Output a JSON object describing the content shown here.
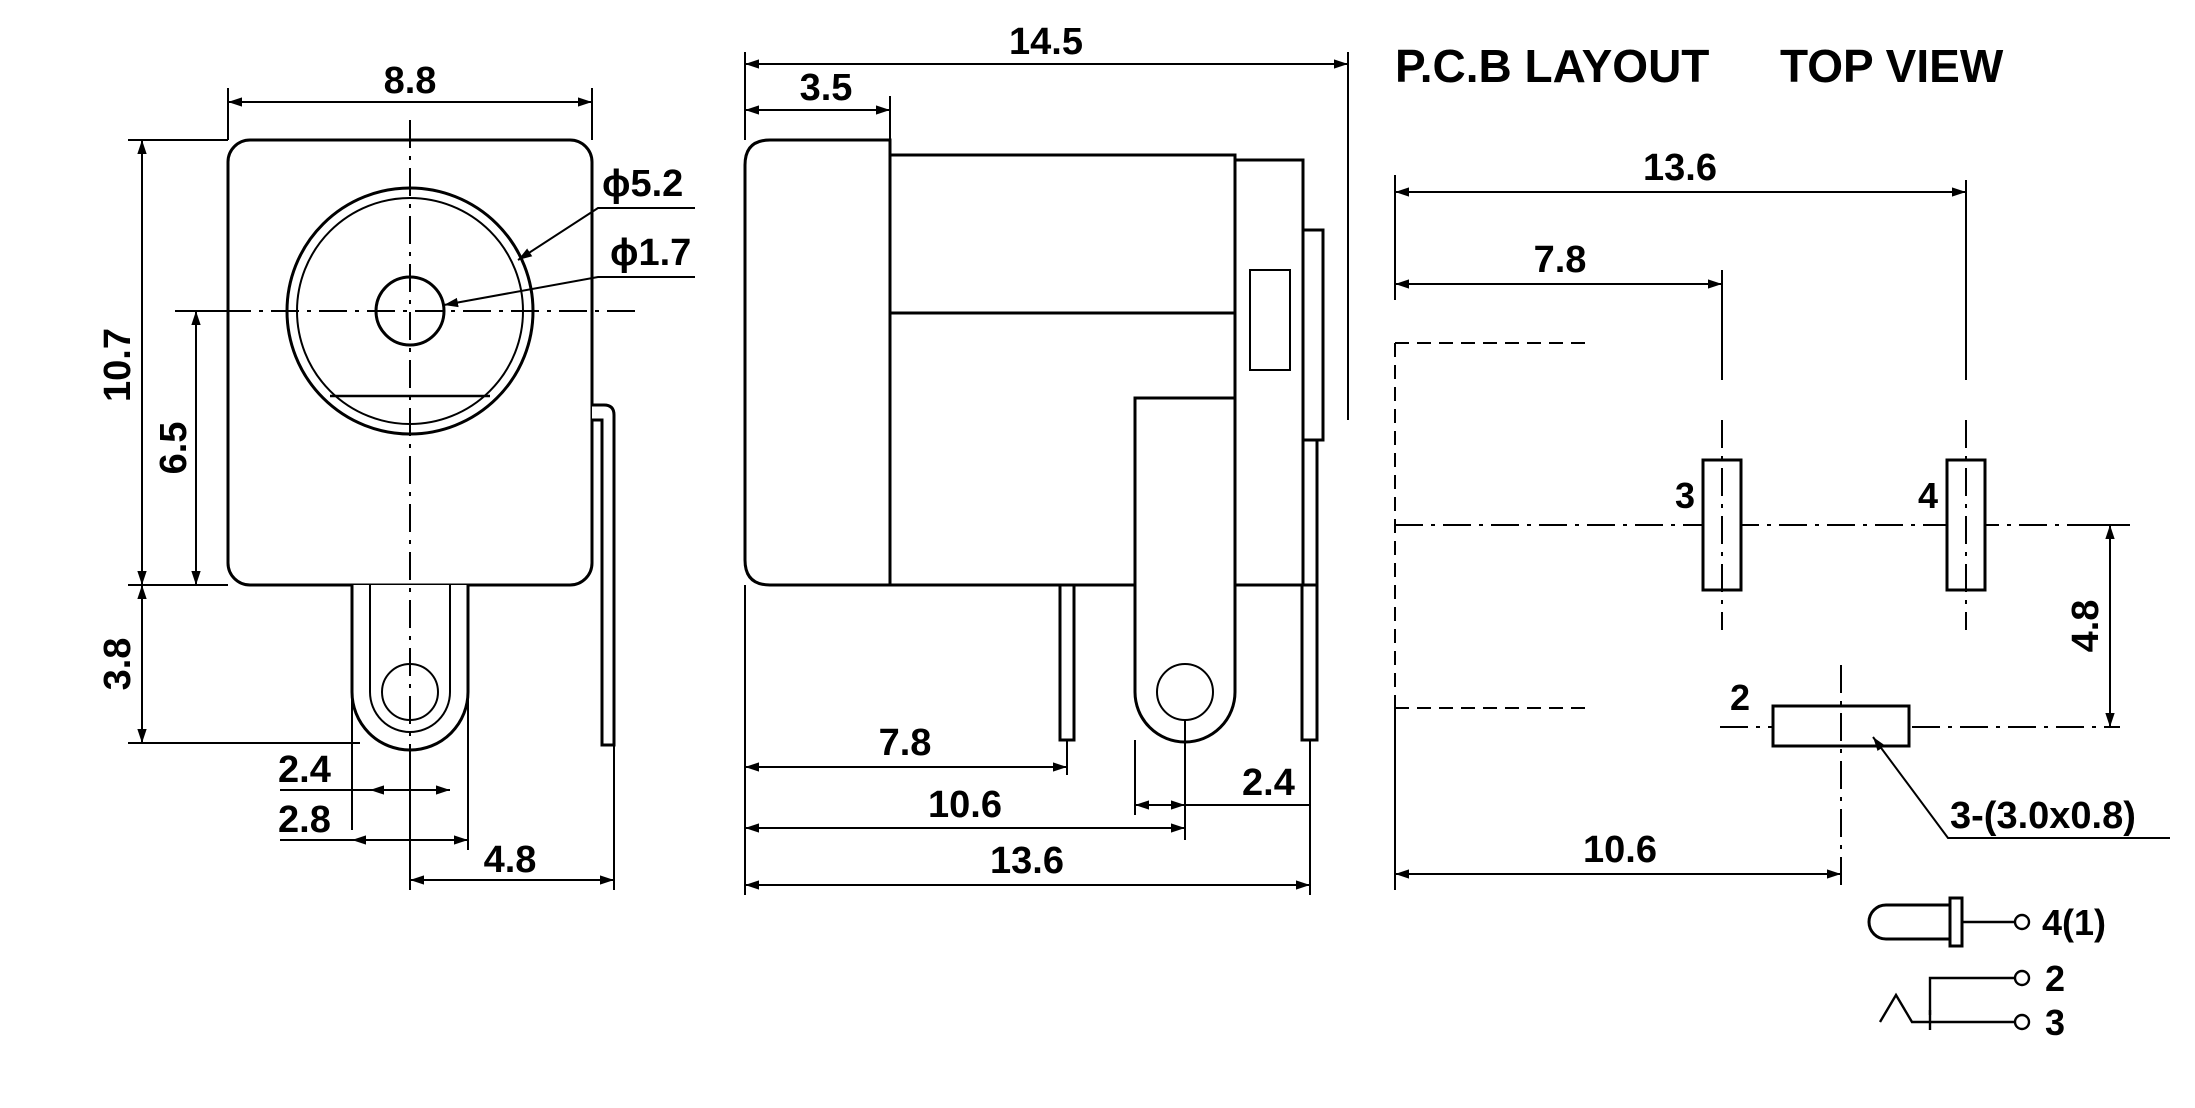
{
  "headers": {
    "pcb_layout": "P.C.B LAYOUT",
    "top_view": "TOP VIEW"
  },
  "front_view": {
    "width": "8.8",
    "height": "10.7",
    "center_height": "6.5",
    "pin_length": "3.8",
    "outer_diameter": "ϕ5.2",
    "pin_diameter": "ϕ1.7",
    "slot_width": "2.4",
    "tab_width": "2.8",
    "side_pin_offset": "4.8"
  },
  "side_view": {
    "length": "14.5",
    "front_length": "3.5",
    "pin_pos_1": "7.8",
    "pin_pos_2": "10.6",
    "pin_pos_3": "13.6",
    "pin_width": "2.4"
  },
  "pcb": {
    "total_width": "13.6",
    "pin3_offset": "7.8",
    "pin2_offset": "10.6",
    "vertical_offset": "4.8",
    "pad_note": "3-(3.0x0.8)",
    "pad_label_3": "3",
    "pad_label_4": "4",
    "pad_label_2": "2"
  },
  "schematic": {
    "pin_4_1": "4(1)",
    "pin_2": "2",
    "pin_3": "3"
  }
}
